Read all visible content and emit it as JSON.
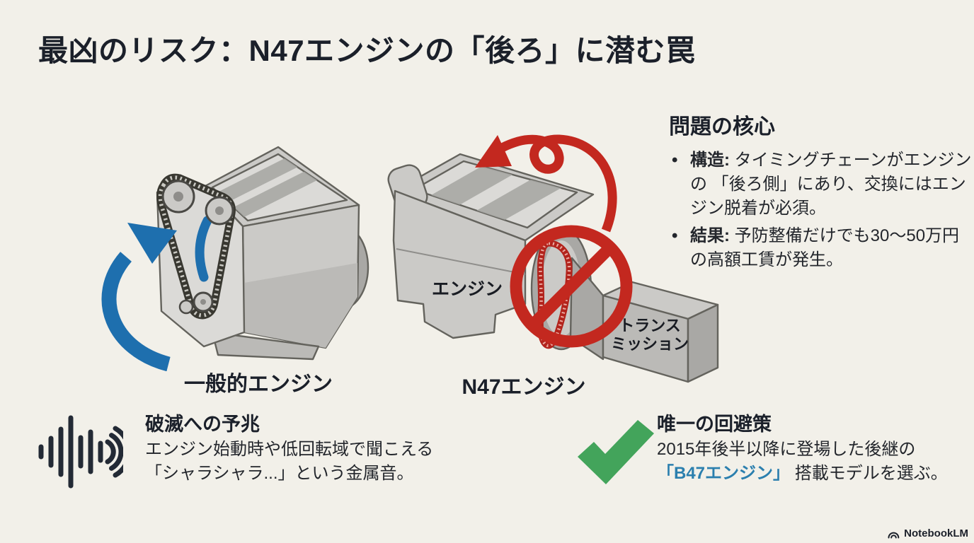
{
  "title": "最凶のリスク：N47エンジンの「後ろ」に潜む罠",
  "colors": {
    "background": "#f2f0e9",
    "ink": "#1b202a",
    "arrow_blue": "#1e6fae",
    "danger_red": "#c3281f",
    "check_green": "#43a45b",
    "highlight_blue": "#2b7fae"
  },
  "diagram": {
    "generic_engine": {
      "caption": "一般的エンジン"
    },
    "n47_engine": {
      "caption": "N47エンジン",
      "engine_label": "エンジン",
      "transmission_label_line1": "トランス",
      "transmission_label_line2": "ミッション"
    }
  },
  "problem": {
    "heading": "問題の核心",
    "bullet_glyph": "•",
    "bullets": [
      {
        "lead": "構造:",
        "text": " タイミングチェーンがエンジンの 「後ろ側」にあり、交換にはエンジン脱着が必須。"
      },
      {
        "lead": "結果:",
        "text": " 予防整備だけでも30〜50万円の高額工賃が発生。"
      }
    ]
  },
  "warning": {
    "heading": "破滅への予兆",
    "line1": "エンジン始動時や低回転域で聞こえる",
    "line2": "「シャラシャラ...」という金属音。"
  },
  "solution": {
    "heading": "唯一の回避策",
    "line1": "2015年後半以降に登場した後継の",
    "line2_highlight": "「B47エンジン」",
    "line2_rest": " 搭載モデルを選ぶ。"
  },
  "footer": {
    "brand": "NotebookLM"
  }
}
